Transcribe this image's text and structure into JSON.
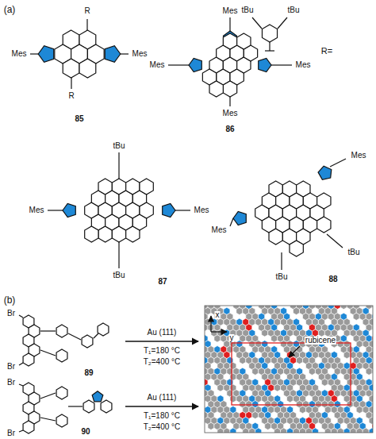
{
  "diagram": {
    "labels": [
      "(a)",
      "R",
      "Mes",
      "Mes",
      "R",
      "85",
      "Mes",
      "Mes",
      "Mes",
      "Mes",
      "86",
      "R=",
      "tBu",
      "tBu",
      "tBu",
      "Mes",
      "Mes",
      "tBu",
      "87",
      "Mes",
      "Mes",
      "tBu",
      "tBu",
      "88",
      "(b)",
      "Br",
      "Br",
      "89",
      "Au (111)",
      "T₁=180 °C",
      "T₂=400 °C",
      "Br",
      "Br",
      "90",
      "Au (111)",
      "T₁=180 °C",
      "T₂=400 °C",
      "x",
      "y",
      "rubicene"
    ]
  }
}
